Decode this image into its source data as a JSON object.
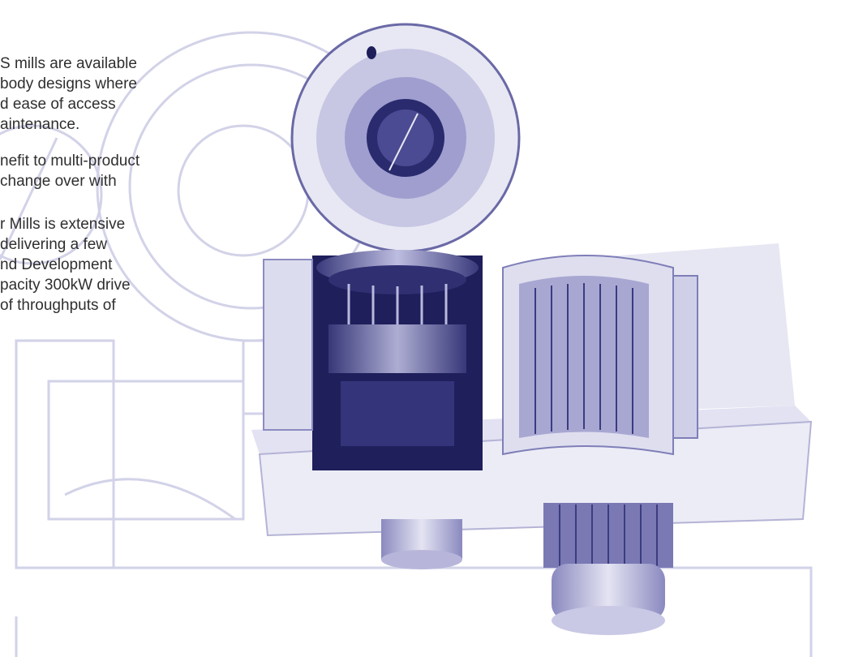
{
  "colors": {
    "ghost_line": "#cfcfe6",
    "machine_dark": "#2a2a6e",
    "machine_mid": "#7a79b4",
    "machine_light": "#dcdcf0",
    "text": "#2f2f2f"
  },
  "paragraphs": [
    "S mills are available\nbody designs where\nd ease of access\naintenance.",
    "nefit to multi-product\nchange over with",
    "r Mills is extensive\ndelivering a few\nnd Development\npacity 300kW drive\nof throughputs of"
  ],
  "images": {
    "background": "ghost-machine-outline",
    "foreground": "opened-mill-photograph"
  }
}
